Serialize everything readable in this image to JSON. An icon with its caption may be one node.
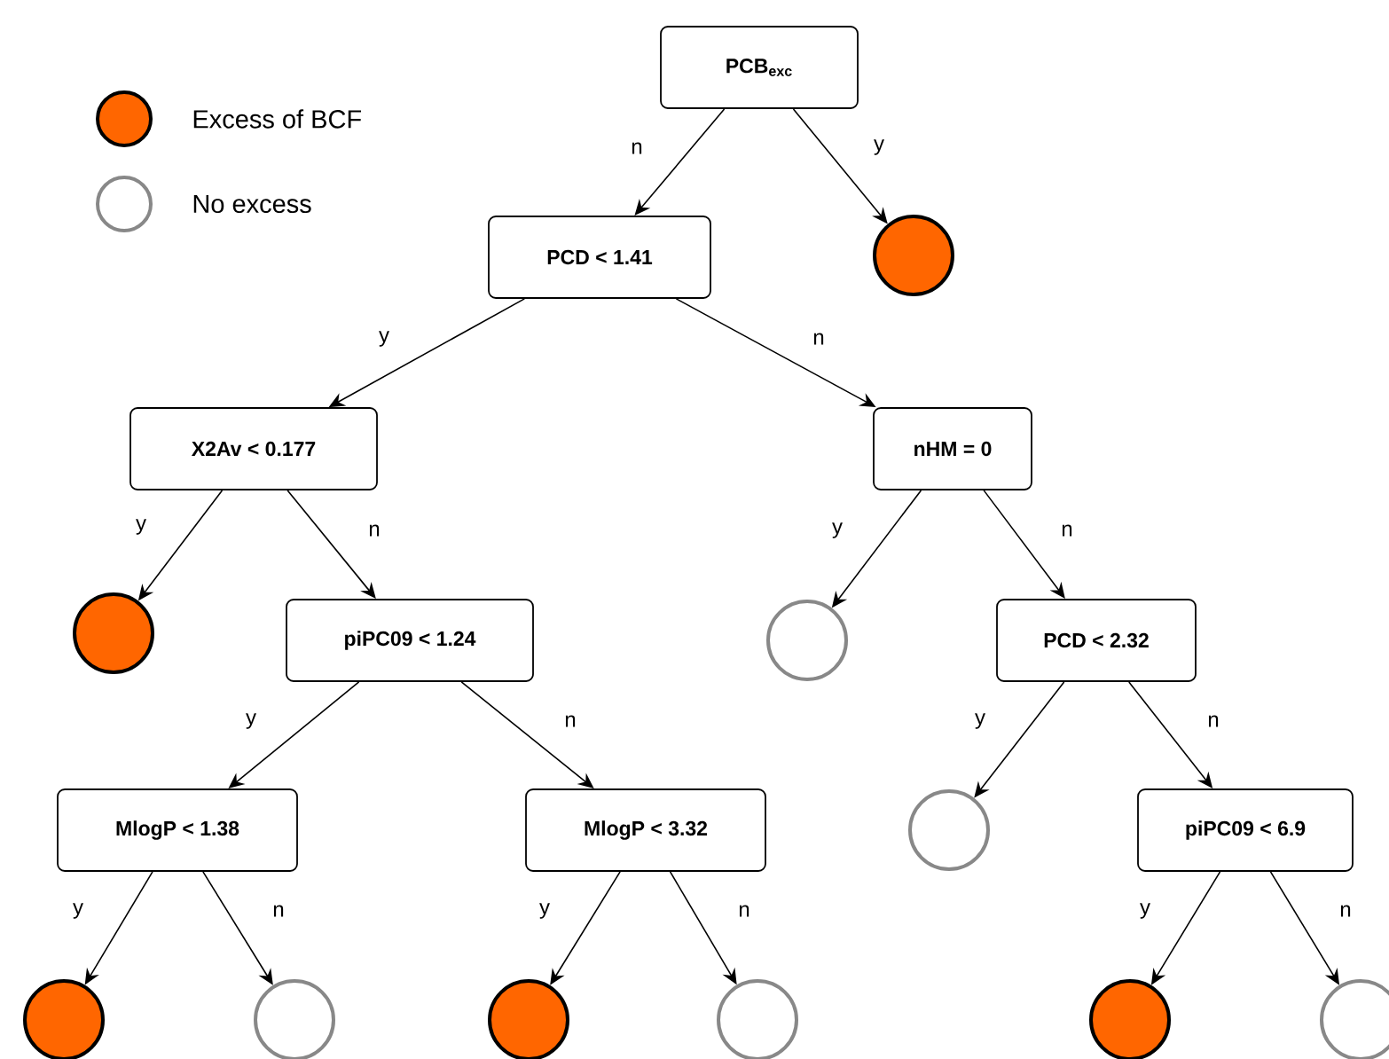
{
  "diagram": {
    "nodes": [
      {
        "text": [
          "PCB$_{exc}$"
        ]
      },
      {
        "text": [
          "PCD < 1.41"
        ]
      },
      {
        "text": [],
        "shape": "circle"
      },
      {
        "text": [
          "X2Av < 0.177"
        ]
      },
      {
        "text": [
          "nHM = 0"
        ]
      },
      {
        "text": [],
        "shape": "circle"
      },
      {
        "text": [
          "piPC09 < 1.24"
        ]
      },
      {
        "text": [],
        "shape": "circle"
      },
      {
        "text": [
          "PCD < 2.32"
        ]
      },
      {
        "text": [
          "MlogP < 1.38"
        ]
      },
      {
        "text": [
          "MlogP < 3.32"
        ]
      },
      {
        "text": [],
        "shape": "circle"
      },
      {
        "text": [
          "piPC09 < 6.9"
        ]
      },
      {
        "text": [],
        "shape": "circle"
      },
      {
        "text": [],
        "shape": "circle"
      },
      {
        "text": [],
        "shape": "circle"
      },
      {
        "text": [],
        "shape": "circle"
      },
      {
        "text": [],
        "shape": "circle"
      },
      {
        "text": [],
        "shape": "circle"
      }
    ],
    "edges": [
      {
        "from": 0,
        "to": 1,
        "arrow": "to",
        "label": "n"
      },
      {
        "from": 0,
        "to": 2,
        "arrow": "to",
        "label": "y"
      },
      {
        "from": 1,
        "to": 3,
        "arrow": "to",
        "label": "y"
      },
      {
        "from": 1,
        "to": 4,
        "arrow": "to",
        "label": "n"
      },
      {
        "from": 3,
        "to": 5,
        "arrow": "to",
        "label": "y"
      },
      {
        "from": 3,
        "to": 6,
        "arrow": "to",
        "label": "n"
      },
      {
        "from": 4,
        "to": 7,
        "arrow": "to",
        "label": "y"
      },
      {
        "from": 4,
        "to": 8,
        "arrow": "to",
        "label": "n"
      },
      {
        "from": 6,
        "to": 9,
        "arrow": "to",
        "label": "y"
      },
      {
        "from": 6,
        "to": 10,
        "arrow": "to",
        "label": "n"
      },
      {
        "from": 8,
        "to": 11,
        "arrow": "to",
        "label": "y"
      },
      {
        "from": 8,
        "to": 12,
        "arrow": "to",
        "label": "n"
      },
      {
        "from": 9,
        "to": 13,
        "arrow": "to",
        "label": "y"
      },
      {
        "from": 9,
        "to": 14,
        "arrow": "to",
        "label": "n"
      },
      {
        "from": 10,
        "to": 15,
        "arrow": "to",
        "label": "y"
      },
      {
        "from": 10,
        "to": 16,
        "arrow": "to",
        "label": "n"
      },
      {
        "from": 12,
        "to": 17,
        "arrow": "to",
        "label": "y"
      },
      {
        "from": 12,
        "to": 18,
        "arrow": "to",
        "label": "n"
      }
    ],
    "legend": [
      {
        "text": "Excess of BCF",
        "color": "#ff6600"
      },
      {
        "text": "No excess"
      }
    ]
  }
}
